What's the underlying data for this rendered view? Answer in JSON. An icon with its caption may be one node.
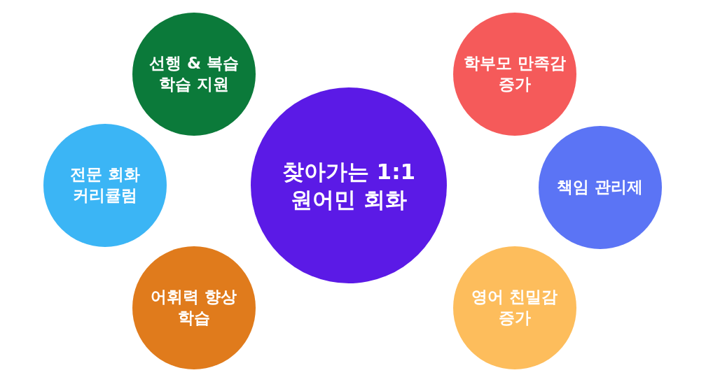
{
  "diagram": {
    "nodes": [
      {
        "text": [
          "찾아가는 1:1 원어민 회화"
        ]
      },
      {
        "text": [
          "선행 & 복습 학습 지원"
        ]
      },
      {
        "text": [
          "전문 회화 커리큘럼"
        ]
      },
      {
        "text": [
          "어휘력 향상 학습"
        ]
      },
      {
        "text": [
          "학부모 만족감 증가"
        ]
      },
      {
        "text": [
          "책임 관리제"
        ]
      },
      {
        "text": [
          "영어 친밀감 증가"
        ]
      }
    ]
  }
}
